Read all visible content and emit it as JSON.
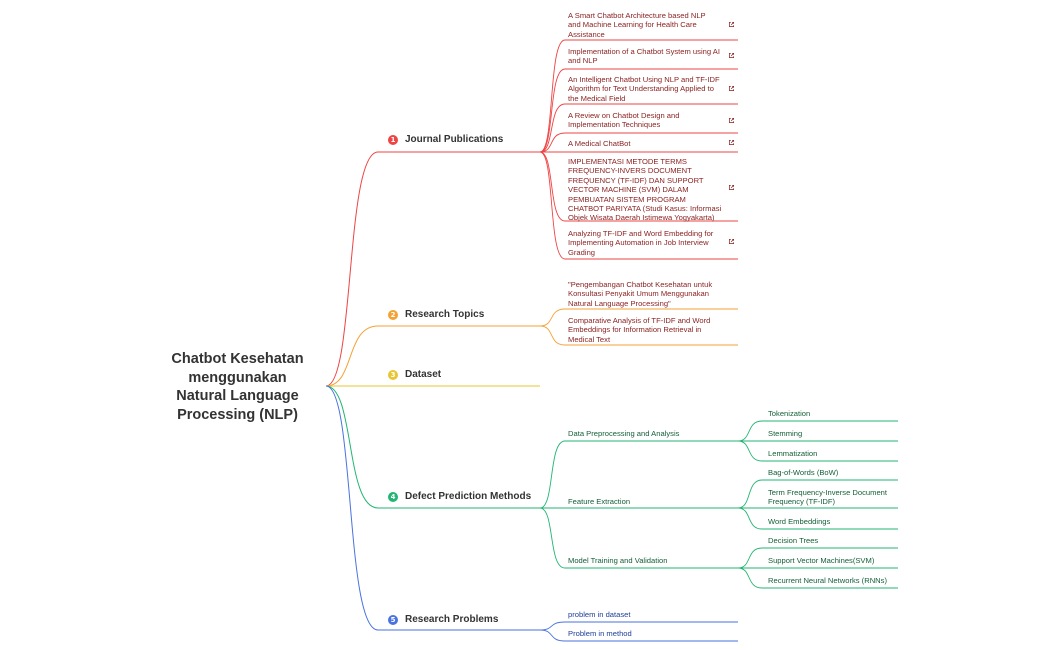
{
  "root": {
    "line1": "Chatbot Kesehatan",
    "line2": "menggunakan",
    "line3": "Natural Language",
    "line4": "Processing (NLP)"
  },
  "colors": {
    "journal": "#ee4444",
    "research_topics": "#f5a235",
    "dataset": "#e8c532",
    "defect": "#22b573",
    "problems": "#4a72e0"
  },
  "branches": [
    {
      "num": "1",
      "label": "Journal Publications"
    },
    {
      "num": "2",
      "label": "Research Topics"
    },
    {
      "num": "3",
      "label": "Dataset"
    },
    {
      "num": "4",
      "label": "Defect Prediction Methods"
    },
    {
      "num": "5",
      "label": "Research Problems"
    }
  ],
  "journals": [
    "A Smart Chatbot Architecture based NLP and Machine Learning for Health Care Assistance",
    "Implementation of a Chatbot System using AI and NLP",
    "An Intelligent Chatbot Using NLP and TF-IDF Algorithm for Text Understanding Applied to the Medical Field",
    "A Review on Chatbot Design and Implementation Techniques",
    "A Medical ChatBot",
    "IMPLEMENTASI METODE TERMS FREQUENCY-INVERS DOCUMENT FREQUENCY (TF-IDF) DAN SUPPORT VECTOR MACHINE (SVM) DALAM PEMBUATAN SISTEM PROGRAM CHATBOT PARIYATA (Studi Kasus: Informasi Objek Wisata Daerah Istimewa Yogyakarta)",
    "Analyzing TF-IDF and Word Embedding for Implementing Automation in Job Interview Grading"
  ],
  "research_topics": [
    "\"Pengembangan Chatbot Kesehatan untuk Konsultasi Penyakit Umum Menggunakan Natural Language Processing\"",
    "Comparative Analysis of TF-IDF and Word Embeddings for Information Retrieval in Medical Text"
  ],
  "defect": {
    "data_preprocessing": "Data Preprocessing and Analysis",
    "feature_extraction": "Feature Extraction",
    "model_training": "Model Training and Validation",
    "preprocessing_items": [
      "Tokenization",
      "Stemming",
      "Lemmatization"
    ],
    "feature_items": [
      "Bag-of-Words (BoW)",
      "Term Frequency-Inverse Document Frequency (TF-IDF)",
      "Word Embeddings"
    ],
    "model_items": [
      "Decision Trees",
      "Support Vector Machines(SVM)",
      "Recurrent Neural Networks (RNNs)"
    ]
  },
  "problems": [
    "problem in dataset",
    "Problem in method"
  ],
  "icons": {
    "external_link": "external-link-icon"
  }
}
